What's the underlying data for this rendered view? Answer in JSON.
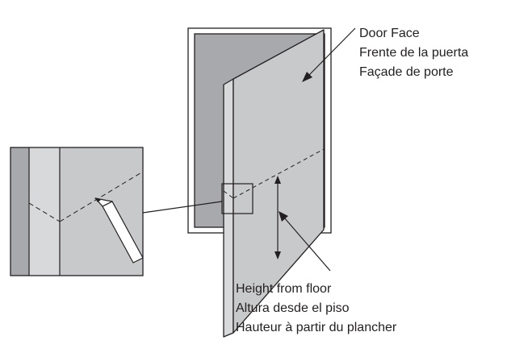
{
  "door_face": {
    "lines": [
      "Door Face",
      "Frente de la puerta",
      "Façade de porte"
    ]
  },
  "height_from_floor": {
    "lines": [
      "Height from floor",
      "Altura desde el piso",
      "Hauteur à partir du plancher"
    ]
  },
  "colors": {
    "stroke": "#231f20",
    "door_face": "#c8c9cb",
    "door_opening": "#a7a9ac",
    "door_edge": "#d8d9da",
    "detail_jamb": "#a7a9ac",
    "detail_edge": "#d8d9da",
    "background": "#ffffff"
  }
}
